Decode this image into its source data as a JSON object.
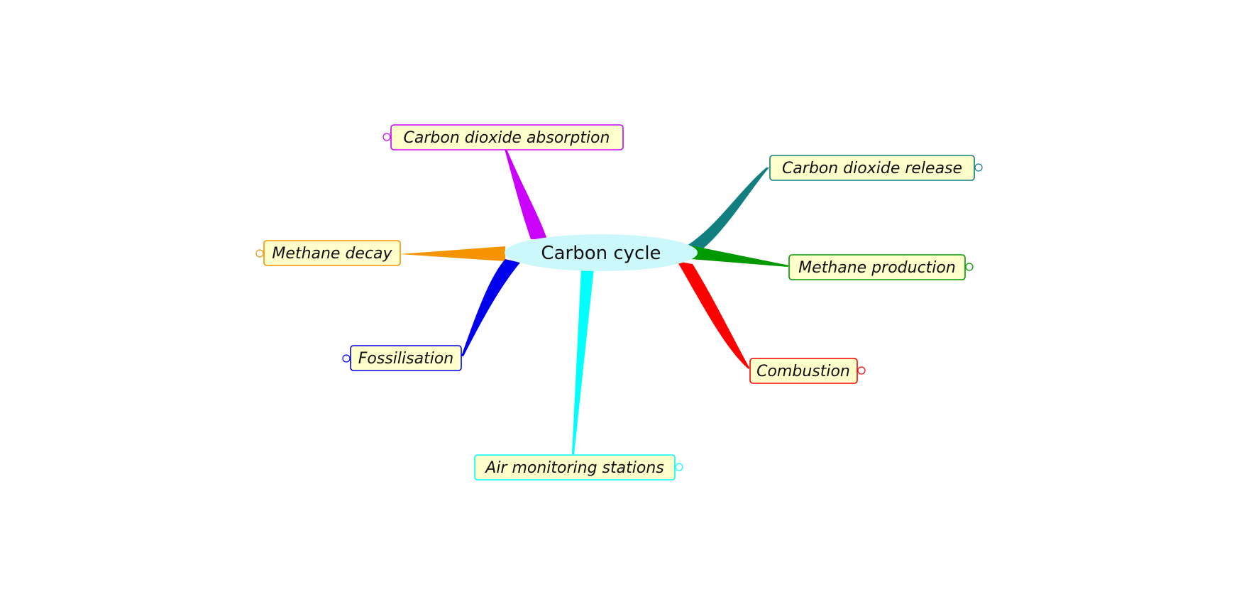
{
  "diagram": {
    "type": "mind-map",
    "central_topic": {
      "label": "Carbon cycle",
      "fill_color": "#ccf8fb"
    },
    "branches": [
      {
        "id": "carbon-dioxide-absorption",
        "label": "Carbon dioxide absorption",
        "color": "#cc00ff"
      },
      {
        "id": "carbon-dioxide-release",
        "label": "Carbon dioxide release",
        "color": "#117f7f"
      },
      {
        "id": "methane-decay",
        "label": "Methane decay",
        "color": "#f59300"
      },
      {
        "id": "methane-production",
        "label": "Methane production",
        "color": "#009900"
      },
      {
        "id": "fossilisation",
        "label": "Fossilisation",
        "color": "#0000ee"
      },
      {
        "id": "combustion",
        "label": "Combustion",
        "color": "#ff0000"
      },
      {
        "id": "air-monitoring-stations",
        "label": "Air monitoring stations",
        "color": "#00ffff"
      }
    ],
    "node_fill_color": "#ffffcc"
  }
}
